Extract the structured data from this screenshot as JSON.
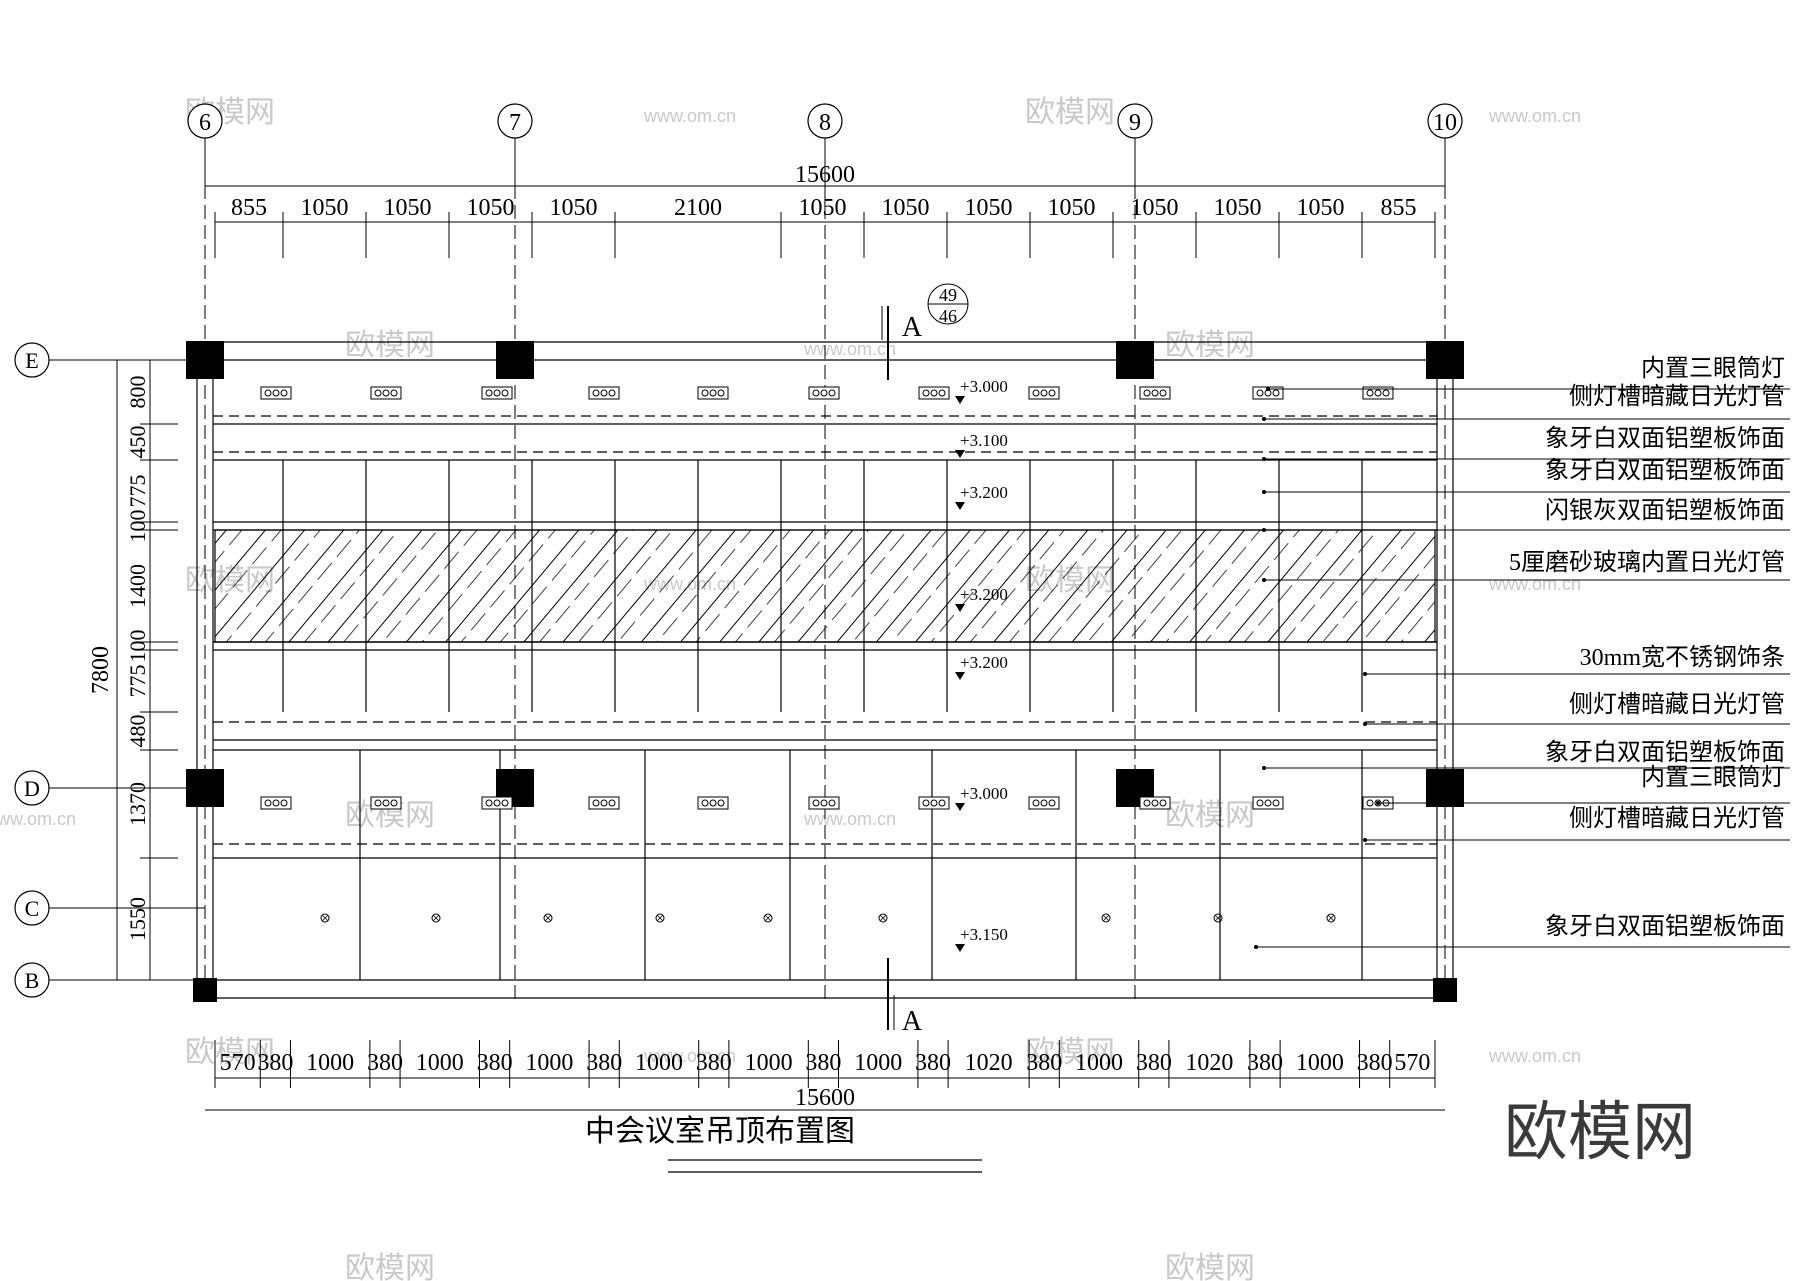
{
  "title": "中会议室吊顶布置图",
  "watermark": "欧模网",
  "watermark_url": "www.om.cn",
  "logo": "欧模网",
  "grid_columns": [
    "6",
    "7",
    "8",
    "9",
    "10"
  ],
  "grid_rows": [
    "E",
    "D",
    "C",
    "B"
  ],
  "top_total": "15600",
  "top_dims": [
    "855",
    "1050",
    "1050",
    "1050",
    "1050",
    "2100",
    "1050",
    "1050",
    "1050",
    "1050",
    "1050",
    "1050",
    "1050",
    "855"
  ],
  "bottom_total": "15600",
  "bottom_dims": [
    "570",
    "380",
    "1000",
    "380",
    "1000",
    "380",
    "1000",
    "380",
    "1000",
    "380",
    "1000",
    "380",
    "1000",
    "380",
    "1020",
    "380",
    "1000",
    "380",
    "1020",
    "380",
    "1000",
    "380",
    "570"
  ],
  "left_total": "7800",
  "left_dims": [
    "800",
    "450",
    "775",
    "100",
    "1400",
    "100",
    "775",
    "480",
    "1370",
    "1550"
  ],
  "section_mark": "A",
  "section_ref_top": "49",
  "section_ref_bottom": "46",
  "elevations": [
    "+3.000",
    "+3.100",
    "+3.200",
    "+3.200",
    "+3.200",
    "+3.000",
    "+3.150"
  ],
  "labels": [
    "内置三眼筒灯",
    "侧灯槽暗藏日光灯管",
    "象牙白双面铝塑板饰面",
    "象牙白双面铝塑板饰面",
    "闪银灰双面铝塑板饰面",
    "5厘磨砂玻璃内置日光灯管",
    "30mm宽不锈钢饰条",
    "侧灯槽暗藏日光灯管",
    "象牙白双面铝塑板饰面",
    "内置三眼筒灯",
    "侧灯槽暗藏日光灯管",
    "象牙白双面铝塑板饰面"
  ]
}
